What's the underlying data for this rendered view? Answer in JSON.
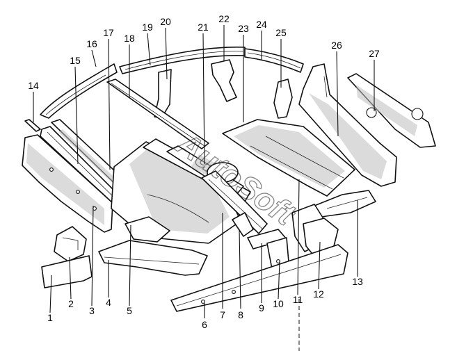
{
  "callouts": {
    "c1": "1",
    "c2": "2",
    "c3": "3",
    "c4": "4",
    "c5": "5",
    "c6": "6",
    "c7": "7",
    "c8": "8",
    "c9": "9",
    "c10": "10",
    "c11": "11",
    "c12": "12",
    "c13": "13",
    "c14": "14",
    "c15": "15",
    "c16": "16",
    "c17": "17",
    "c18": "18",
    "c19": "19",
    "c20": "20",
    "c21": "21",
    "c22": "22",
    "c23": "23",
    "c24": "24",
    "c25": "25",
    "c26": "26",
    "c27": "27"
  },
  "watermark": "AutoSoft"
}
